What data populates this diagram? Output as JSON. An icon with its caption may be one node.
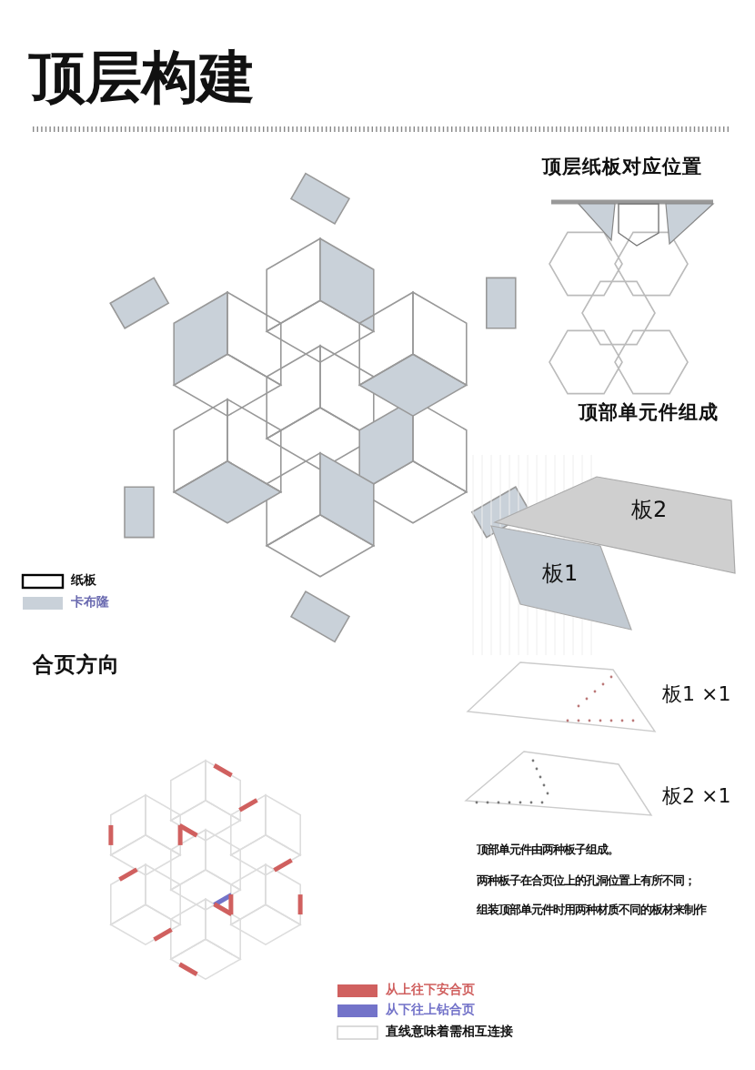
{
  "diagram": {
    "title": "顶层构建",
    "labels": [
      "顶层纸板对应位置",
      "顶部单元件组成",
      "板2",
      "板1",
      "板1 ×1",
      "板2 ×1",
      "合页方向",
      "顶部单元件由两种板子组成。",
      "两种板子在合页位上的孔洞位置上有所不同；",
      "组装顶部单元件时用两种材质不同的板材来制作"
    ],
    "legend": [
      {
        "text": "纸板"
      },
      {
        "text": "卡布隆",
        "color": "#c9d1d9"
      },
      {
        "text": "从上往下安合页",
        "color": "#d0605f"
      },
      {
        "text": "从下往上钻合页",
        "color": "#7373c9"
      },
      {
        "text": "直线意味着需相互连接"
      }
    ]
  }
}
